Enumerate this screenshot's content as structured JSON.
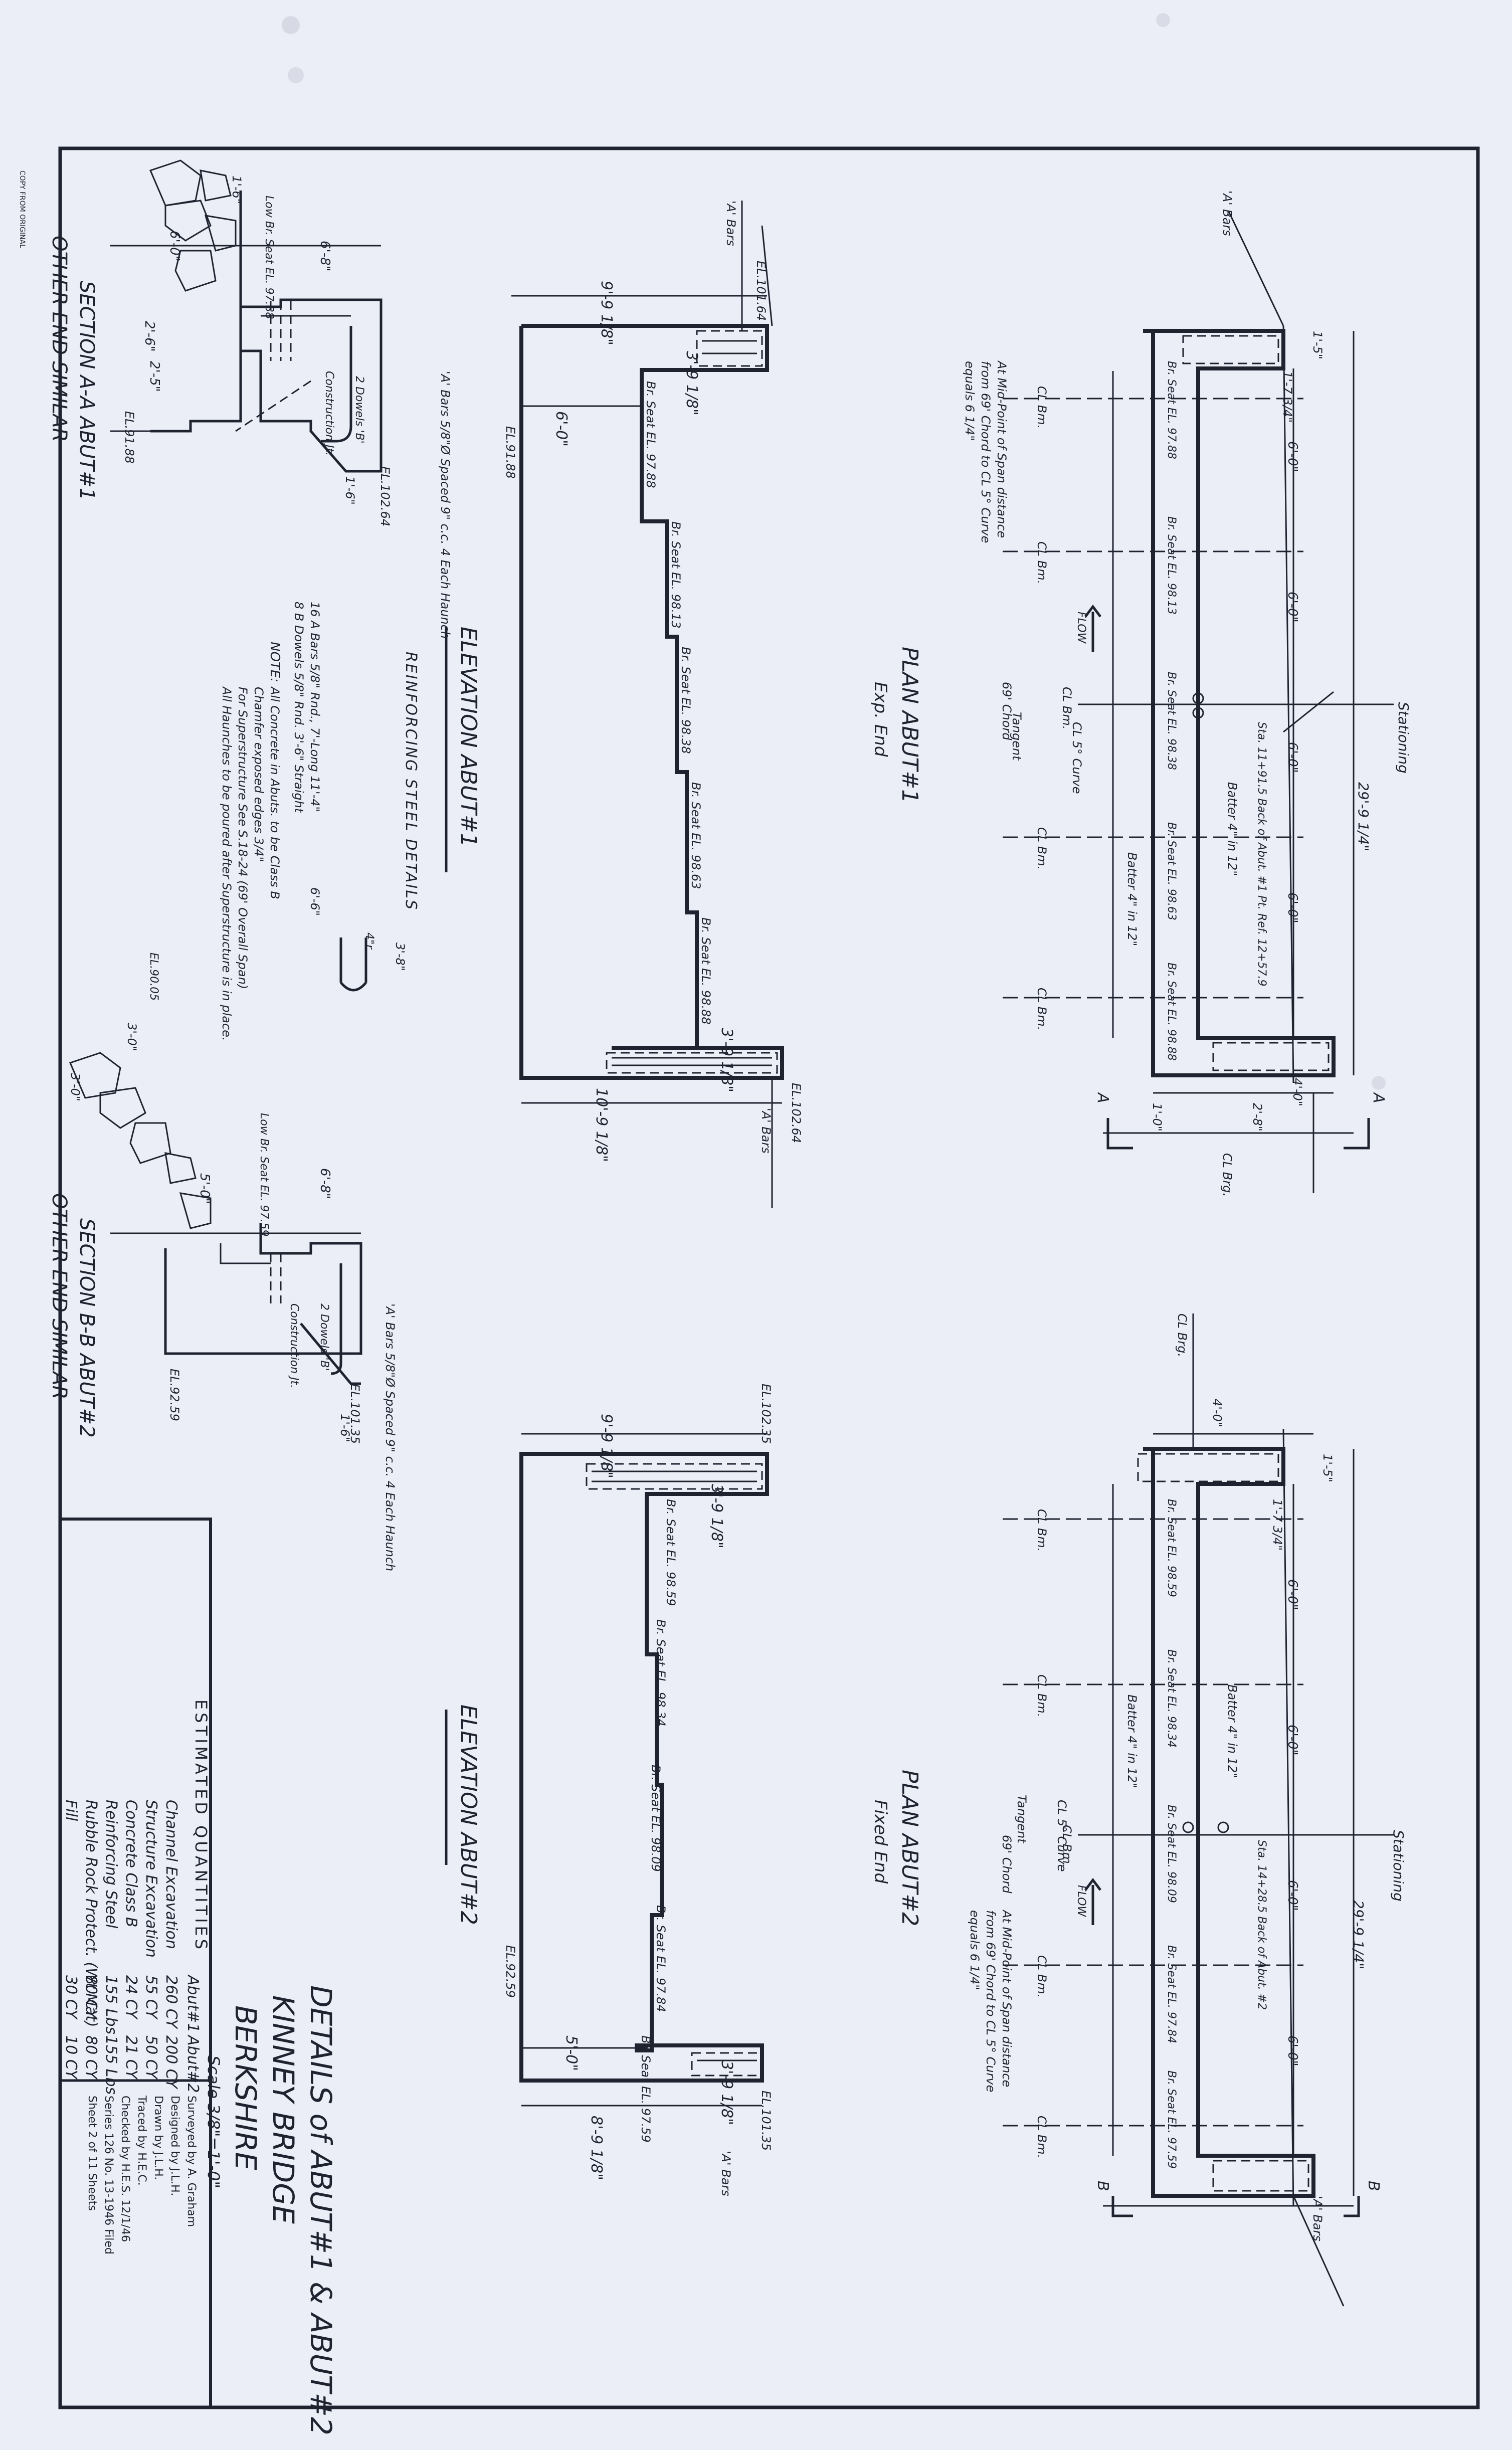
{
  "sheet": {
    "paper_color": "#eceef7",
    "ink_color": "#1f2330",
    "title_block": {
      "title_line1": "DETAILS of ABUT#1 & ABUT#2",
      "title_line2": "KINNEY BRIDGE",
      "title_line3": "BERKSHIRE",
      "scale": "Scale 3/8\"=1'-0\""
    },
    "credits": [
      "Surveyed by A. Graham",
      "Designed by J.L.H.",
      "Drawn by J.L.H.",
      "Traced by H.E.C.",
      "Checked by H.E.S. 12/1/46",
      "Series 126   No. 13-1946   Filed",
      "Sheet 2 of 11 Sheets"
    ],
    "quantities": {
      "heading": "ESTIMATED QUANTITIES",
      "col1": "Abut#1",
      "col2": "Abut#2",
      "rows": [
        {
          "item": "Channel Excavation",
          "a1": "260 CY",
          "a2": "200 CY"
        },
        {
          "item": "Structure Excavation",
          "a1": "55 CY",
          "a2": "50 CY"
        },
        {
          "item": "Concrete Class B",
          "a1": "24 CY",
          "a2": "21 CY"
        },
        {
          "item": "Reinforcing Steel",
          "a1": "155 Lbs",
          "a2": "155 Lbs"
        },
        {
          "item": "Rubble Rock Protect. (Wt Mat)",
          "a1": "80 CY",
          "a2": "80 CY"
        },
        {
          "item": "Fill",
          "a1": "30 CY",
          "a2": "10 CY"
        }
      ]
    },
    "views": {
      "plan1_title": "PLAN ABUT#1",
      "plan1_sub": "Exp. End",
      "plan2_title": "PLAN ABUT#2",
      "plan2_sub": "Fixed End",
      "elev1_title": "ELEVATION ABUT#1",
      "elev2_title": "ELEVATION ABUT#2",
      "secA_title": "SECTION A-A ABUT#1",
      "secA_sub": "OTHER END SIMILAR",
      "secB_title": "SECTION B-B ABUT#2",
      "secB_sub": "OTHER END SIMILAR",
      "rebar_title": "REINFORCING STEEL DETAILS"
    },
    "notes": {
      "heading": "NOTE:",
      "lines": [
        "All Concrete in Abuts. to be Class B",
        "Chamfer exposed edges 3/4\"",
        "For Superstructure See S.18-24 (69' Overall Span)",
        "All Haunches to be poured after Superstructure is in place."
      ]
    },
    "rebar": {
      "line1": "16 A Bars 5/8\" Rnd., 7'-Long 11'-4\"",
      "line2": "8 B Dowels 5/8\" Rnd. 3'-6\" Straight",
      "dim1": "6'-6\"",
      "dim2": "3'-8\"",
      "dim3": "4\"r"
    },
    "midpoint_note": {
      "line1": "At Mid-Point of Span distance",
      "line2": "from 69' Chord to CL 5° Curve",
      "line3": "equals 6 1/4\""
    },
    "plan_labels": {
      "stationing": "Stationing",
      "flow": "FLOW",
      "chord": "69' Chord",
      "tangent": "Tangent",
      "curve": "CL 5° Curve",
      "brg": "CL Brg.",
      "bm": "CL Bm.",
      "batter": "Batter 4\" in 12\"",
      "sta1": "Sta. 11+91.5 Back of Abut. #1 Pt. Ref. 12+57.9",
      "sta2": "Sta. 14+28.5 Back of Abut. #2",
      "dim_29_4": "29'-9 1/4\"",
      "dim_6_0": "6'-0\"",
      "dim_4_0": "4'-0\"",
      "dim_2_8": "2'-8\"",
      "dim_1_0": "1'-0\"",
      "dim_1_5": "1'-5\"",
      "dim_1_7": "1'-7 3/4\"",
      "sec_a": "A",
      "sec_b": "B",
      "abars": "'A' Bars"
    },
    "plan1_seats": [
      "Br. Seat EL. 97.88",
      "Br. Seat EL. 98.13",
      "Br. Seat EL. 98.38",
      "Br. Seat EL. 98.63",
      "Br. Seat EL. 98.88"
    ],
    "plan2_seats": [
      "Br. Seat EL. 98.59",
      "Br. Seat EL. 98.34",
      "Br. Seat EL. 98.09",
      "Br. Seat EL. 97.84",
      "Br. Seat EL. 97.59"
    ],
    "elev1": {
      "el_top": "EL.101.64",
      "el_top_right": "EL.102.64",
      "el_bottom": "EL.91.88",
      "w_top": "9'-9 1/8\"",
      "w_bottom": "10'-9 1/8\"",
      "seat_w": "3'-9 1/8\"",
      "pier_w": "6'-0\"",
      "seats": [
        "Br. Seat EL. 97.88",
        "Br. Seat EL. 98.13",
        "Br. Seat EL. 98.38",
        "Br. Seat EL. 98.63",
        "Br. Seat EL. 98.88"
      ],
      "abars": "'A' Bars"
    },
    "elev2": {
      "el_top": "EL.102.35",
      "el_bottom_right": "EL.101.35",
      "el_bottom": "EL.92.59",
      "w_top": "9'-9 1/8\"",
      "w_bottom": "8'-9 1/8\"",
      "seat_w": "3'-9 1/8\"",
      "pier_w": "5'-0\"",
      "seats": [
        "Br. Seat EL. 98.59",
        "Br. Seat EL. 98.34",
        "Br. Seat EL. 98.09",
        "Br. Seat EL. 97.84",
        "Br. Seat EL. 97.59"
      ],
      "abars": "'A' Bars"
    },
    "secA": {
      "el1": "EL.102.64",
      "el2": "EL.91.88",
      "seat_el": "Low Br. Seat EL. 97.88",
      "d1": "1'-6\"",
      "d2": "6'-8\"",
      "d3": "6'-0\"",
      "d4": "2'-6\"",
      "d5": "2'-5\"",
      "bars": "'A' Bars 5/8\"Ø Spaced 9\" c.c. 4 Each Haunch",
      "dowels": "2 Dowels 'B'",
      "joint": "Construction Jt."
    },
    "secB": {
      "el1": "EL.101.35",
      "el2": "EL.92.59",
      "el3": "EL.90.05",
      "seat_el": "Low Br. Seat EL. 97.59",
      "d1": "1'-6\"",
      "d2": "6'-8\"",
      "d3": "5'-0\"",
      "d4": "3'-0\"",
      "bars": "'A' Bars 5/8\"Ø Spaced 9\" c.c. 4 Each Haunch",
      "dowels": "2 Dowels 'B'",
      "joint": "Construction Jt."
    },
    "stamp": "COPY FROM ORIGINAL"
  }
}
